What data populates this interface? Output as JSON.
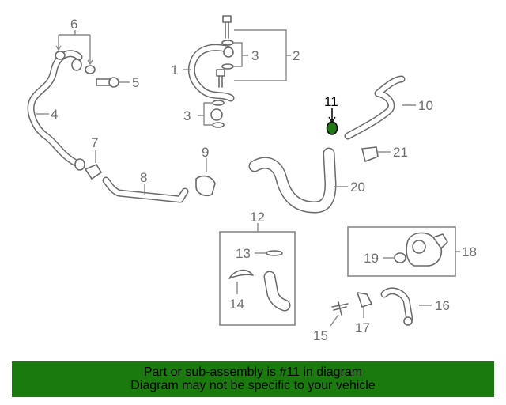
{
  "labels": {
    "p1": "1",
    "p2": "2",
    "p3a": "3",
    "p3b": "3",
    "p4": "4",
    "p5": "5",
    "p6": "6",
    "p7": "7",
    "p8": "8",
    "p9": "9",
    "p10": "10",
    "p11": "11",
    "p12": "12",
    "p13": "13",
    "p14": "14",
    "p15": "15",
    "p16": "16",
    "p17": "17",
    "p18": "18",
    "p19": "19",
    "p20": "20",
    "p21": "21"
  },
  "highlight": {
    "part": "11",
    "fill_color": "#1f7a12"
  },
  "footer": {
    "line1": "Part or sub-assembly is #11 in diagram",
    "line2": "Diagram may not be specific to your vehicle",
    "background": "#1b7a0e"
  }
}
